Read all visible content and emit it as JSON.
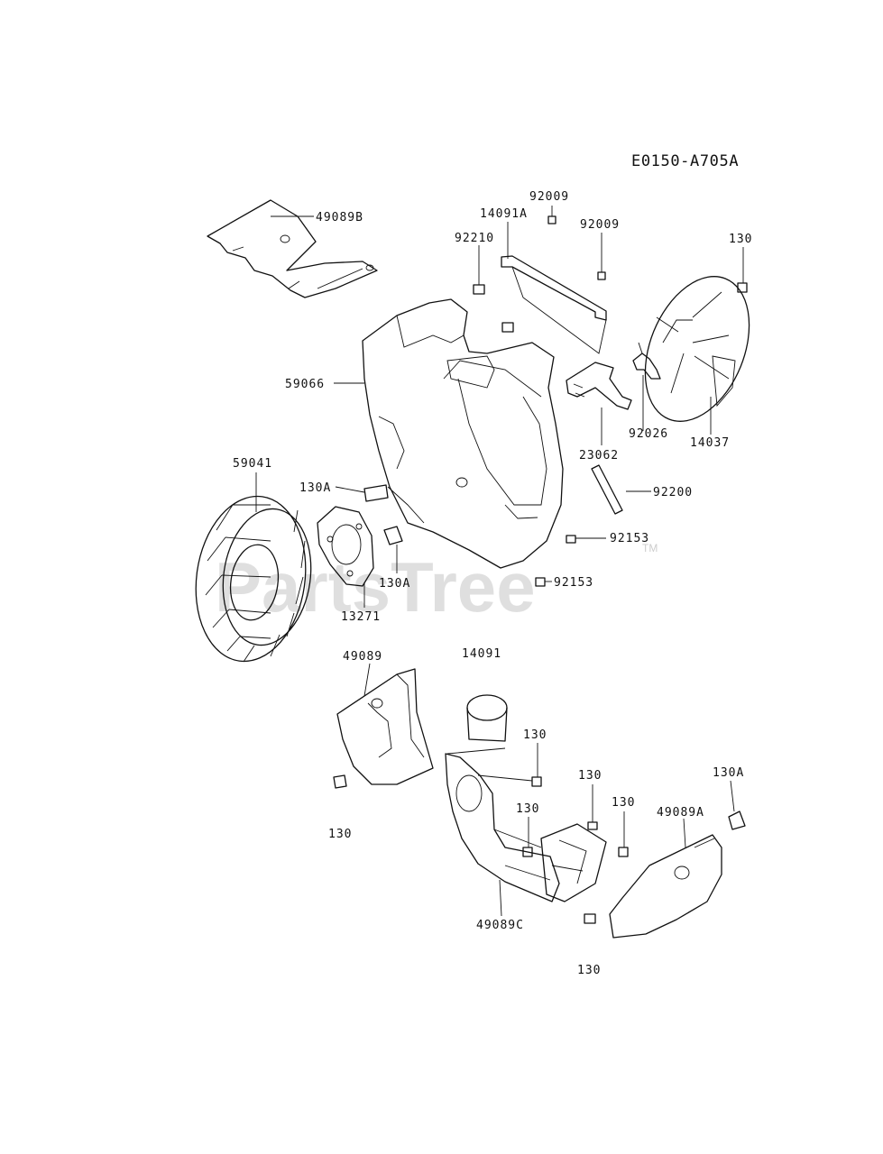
{
  "diagram_code": "E0150-A705A",
  "watermark": {
    "text": "PartsTree",
    "trademark": "TM"
  },
  "parts": [
    {
      "id": "49089B",
      "label": "49089B"
    },
    {
      "id": "92009-a",
      "label": "92009"
    },
    {
      "id": "14091A",
      "label": "14091A"
    },
    {
      "id": "92009-b",
      "label": "92009"
    },
    {
      "id": "92210",
      "label": "92210"
    },
    {
      "id": "130-top",
      "label": "130"
    },
    {
      "id": "59066",
      "label": "59066"
    },
    {
      "id": "92026",
      "label": "92026"
    },
    {
      "id": "14037",
      "label": "14037"
    },
    {
      "id": "23062",
      "label": "23062"
    },
    {
      "id": "59041",
      "label": "59041"
    },
    {
      "id": "130A-a",
      "label": "130A"
    },
    {
      "id": "92200",
      "label": "92200"
    },
    {
      "id": "92153-a",
      "label": "92153"
    },
    {
      "id": "130A-b",
      "label": "130A"
    },
    {
      "id": "92153-b",
      "label": "92153"
    },
    {
      "id": "13271",
      "label": "13271"
    },
    {
      "id": "49089",
      "label": "49089"
    },
    {
      "id": "14091",
      "label": "14091"
    },
    {
      "id": "130-b",
      "label": "130"
    },
    {
      "id": "130-c",
      "label": "130"
    },
    {
      "id": "130A-c",
      "label": "130A"
    },
    {
      "id": "130-d",
      "label": "130"
    },
    {
      "id": "130-e",
      "label": "130"
    },
    {
      "id": "49089A",
      "label": "49089A"
    },
    {
      "id": "130-f",
      "label": "130"
    },
    {
      "id": "49089C",
      "label": "49089C"
    },
    {
      "id": "130-g",
      "label": "130"
    }
  ]
}
